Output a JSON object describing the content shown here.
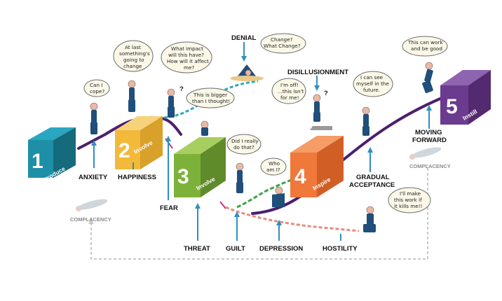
{
  "cubes": [
    {
      "number": "1",
      "word": "Introduce",
      "front": "#1e8fa6",
      "top": "#2aa7c0",
      "side": "#156a7c"
    },
    {
      "number": "2",
      "word": "Involve",
      "front": "#f2b93b",
      "top": "#f6d37a",
      "side": "#d9a02a"
    },
    {
      "number": "3",
      "word": "Involve",
      "front": "#7db23a",
      "top": "#a6cf5f",
      "side": "#5f8b2a"
    },
    {
      "number": "4",
      "word": "Inspire",
      "front": "#f0783a",
      "top": "#f59c67",
      "side": "#d15f25"
    },
    {
      "number": "5",
      "word": "Instill",
      "front": "#6b3b8f",
      "top": "#8e64b1",
      "side": "#53296f"
    }
  ],
  "stages": {
    "anxiety": "ANXIETY",
    "happiness": "HAPPINESS",
    "fear": "FEAR",
    "threat": "THREAT",
    "guilt": "GUILT",
    "depression": "DEPRESSION",
    "hostility": "HOSTILITY",
    "denial": "DENIAL",
    "disillusionment": "DISILLUSIONMENT",
    "gradual": "GRADUAL",
    "acceptance": "ACCEPTANCE",
    "moving": "MOVING",
    "forward": "FORWARD",
    "complacency_left": "COMPLACENCY",
    "complacency_right": "COMPLACENCY"
  },
  "bubbles": {
    "can_i_cope": [
      "Can I",
      "cope?"
    ],
    "at_last": [
      "At last",
      "something's",
      "going to",
      "change"
    ],
    "what_impact": [
      "What impact",
      "will this have?",
      "How will it affect",
      "me?"
    ],
    "change": [
      "Change?",
      "What Change?"
    ],
    "bigger": [
      "This is bigger",
      "than I thought!"
    ],
    "did_i": [
      "Did I really",
      "do that?"
    ],
    "who_am_i": [
      "Who",
      "am I?"
    ],
    "im_off": [
      "I'm off!",
      "...this isn't",
      "for me!"
    ],
    "can_see": [
      "I can see",
      "myself in the",
      "future."
    ],
    "can_work": [
      "This can work",
      "and be good"
    ],
    "make_work": [
      "I'll make",
      "this work if",
      "it kills me!!"
    ]
  },
  "marks": {
    "question_mark": "?"
  },
  "colors": {
    "curve": "#4b1f6e",
    "dashed_blue": "#2aa7c0",
    "dashed_green": "#3fa24a",
    "dashed_salmon": "#e98b7a",
    "dashed_grey": "#c8c8c8",
    "arrow_blue": "#2e8fbf",
    "figure": "#1f4f7a"
  }
}
